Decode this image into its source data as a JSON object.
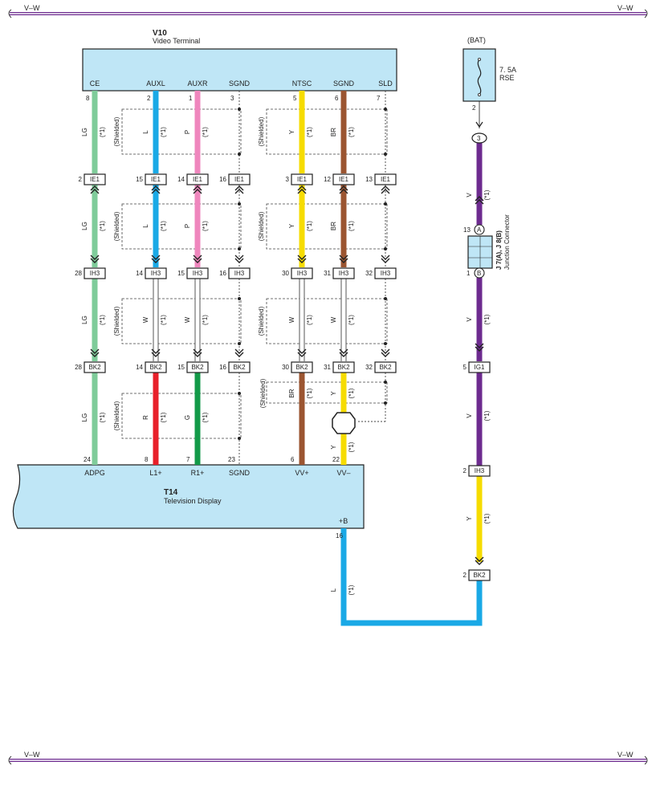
{
  "page": {
    "border_label": "V–W"
  },
  "colors": {
    "LG": "#7fcc9a",
    "L": "#1aa9e6",
    "P": "#ef86bd",
    "Y": "#f6dc00",
    "BR": "#9b5531",
    "R": "#e8202a",
    "G": "#129a48",
    "V": "#6d2b8f",
    "W": "#ffffff",
    "box_fill": "#bfe6f6",
    "border": "#6d2b8f"
  },
  "v10": {
    "code": "V10",
    "name": "Video Terminal"
  },
  "t14": {
    "code": "T14",
    "name": "Television Display",
    "bplus": "+B"
  },
  "v10_terminals": [
    {
      "label": "CE",
      "pin": "8"
    },
    {
      "label": "AUXL",
      "pin": "2"
    },
    {
      "label": "AUXR",
      "pin": "1"
    },
    {
      "label": "SGND",
      "pin": "3"
    },
    {
      "label": "NTSC",
      "pin": "5"
    },
    {
      "label": "SGND",
      "pin": "6"
    },
    {
      "label": "SLD",
      "pin": "7"
    }
  ],
  "t14_terminals": [
    {
      "label": "ADPG",
      "pin": "24"
    },
    {
      "label": "L1+",
      "pin": "8"
    },
    {
      "label": "R1+",
      "pin": "7"
    },
    {
      "label": "SGND",
      "pin": "23"
    },
    {
      "label": "VV+",
      "pin": "6"
    },
    {
      "label": "VV–",
      "pin": "22"
    }
  ],
  "t14_bplus_pin": "16",
  "rows": [
    {
      "conn": "IE1",
      "pins": [
        "2",
        "15",
        "14",
        "16",
        "3",
        "12",
        "13"
      ]
    },
    {
      "conn": "IH3",
      "pins": [
        "28",
        "14",
        "15",
        "16",
        "30",
        "31",
        "32"
      ]
    },
    {
      "conn": "BK2",
      "pins": [
        "28",
        "14",
        "15",
        "16",
        "30",
        "31",
        "32"
      ]
    }
  ],
  "seg1_colors": [
    "LG",
    "L",
    "P",
    "Y",
    "BR"
  ],
  "seg2_colors": [
    "LG",
    "L",
    "P",
    "Y",
    "BR"
  ],
  "seg3_colors": [
    "LG",
    "W",
    "W",
    "W",
    "W"
  ],
  "seg4_colors": [
    "LG",
    "R",
    "G",
    "BR",
    "Y",
    "Y"
  ],
  "note": "(*1)",
  "shielded": "(Shielded)",
  "fuse": {
    "source": "(BAT)",
    "rating": "7. 5A",
    "name": "RSE",
    "pin": "2"
  },
  "jc": {
    "name": "Junction Connector",
    "code": "J 7(A), J 8(B)",
    "top_pin": "13",
    "top_letter": "A",
    "bot_pin": "1",
    "bot_letter": "B",
    "node": "3"
  },
  "right_chain": [
    {
      "conn": "IG1",
      "pin": "5"
    },
    {
      "conn": "IH3",
      "pin": "2"
    },
    {
      "conn": "BK2",
      "pin": "2"
    }
  ],
  "right_colors": [
    "V",
    "V",
    "V",
    "Y",
    "L"
  ]
}
